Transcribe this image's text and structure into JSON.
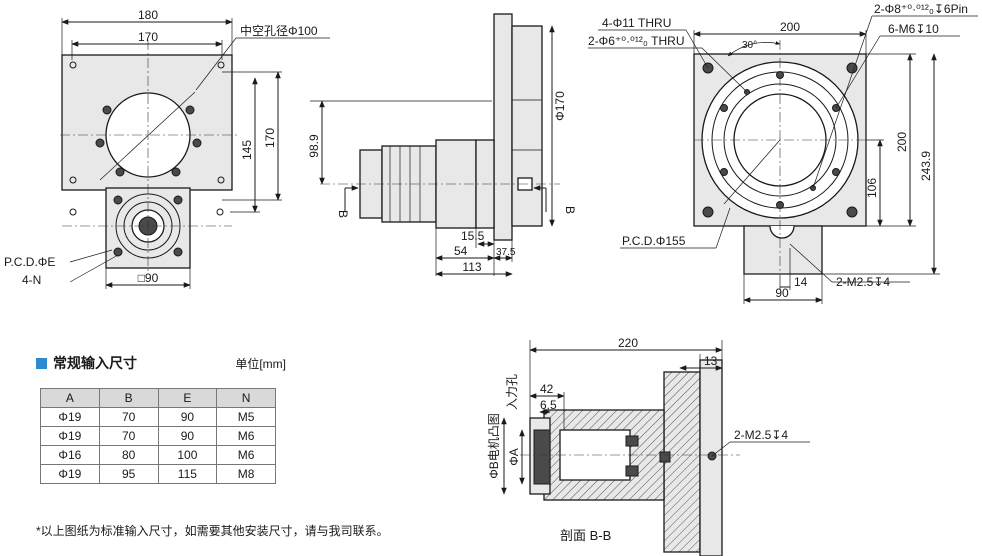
{
  "front_view": {
    "dim_180": "180",
    "dim_170": "170",
    "hollow_label": "中空孔径Φ100",
    "dim_145": "145",
    "dim_170_v": "170",
    "pcd_label": "P.C.D.ΦE",
    "holes_label": "4-N",
    "square_label": "□90"
  },
  "side_view": {
    "dim_98_9": "98.9",
    "dim_phi170": "Φ170",
    "section_mark_left": "B",
    "section_mark_right": "B",
    "dim_15_5": "15.5",
    "dim_54": "54",
    "dim_37_5": "37.5",
    "dim_113": "113"
  },
  "top_view": {
    "dim_200": "200",
    "label_4phi11": "4-Φ11 THRU",
    "label_2phi6": "2-Φ6⁺⁰·⁰¹²₀ THRU",
    "label_2phi8": "2-Φ8⁺⁰·⁰¹²₀↧6Pin",
    "label_6m6": "6-M6↧10",
    "angle_30": "30°",
    "dim_200_v": "200",
    "dim_243_9": "243.9",
    "dim_106": "106",
    "pcd_label": "P.C.D.Φ155",
    "dim_14": "14",
    "dim_90": "90",
    "label_m2_5": "2-M2.5↧4"
  },
  "section_view": {
    "dim_220": "220",
    "dim_13": "13",
    "dim_42": "42",
    "dim_6_5": "6.5",
    "label_input_hole": "入力孔",
    "label_phiA": "ΦA",
    "label_motor_boss": "ΦB电机凸图",
    "label_m2_5": "2-M2.5↧4",
    "caption": "剖面 B-B"
  },
  "table": {
    "title": "常规输入尺寸",
    "unit": "单位[mm]",
    "headers": [
      "A",
      "B",
      "E",
      "N"
    ],
    "rows": [
      [
        "Φ19",
        "70",
        "90",
        "M5"
      ],
      [
        "Φ19",
        "70",
        "90",
        "M6"
      ],
      [
        "Φ16",
        "80",
        "100",
        "M6"
      ],
      [
        "Φ19",
        "95",
        "115",
        "M8"
      ]
    ]
  },
  "note": "*以上图纸为标准输入尺寸，如需要其他安装尺寸，请与我司联系。",
  "colors": {
    "accent": "#2a8bd0",
    "header_bg": "#d9d9d9",
    "body_fill": "#e8e8e8"
  }
}
